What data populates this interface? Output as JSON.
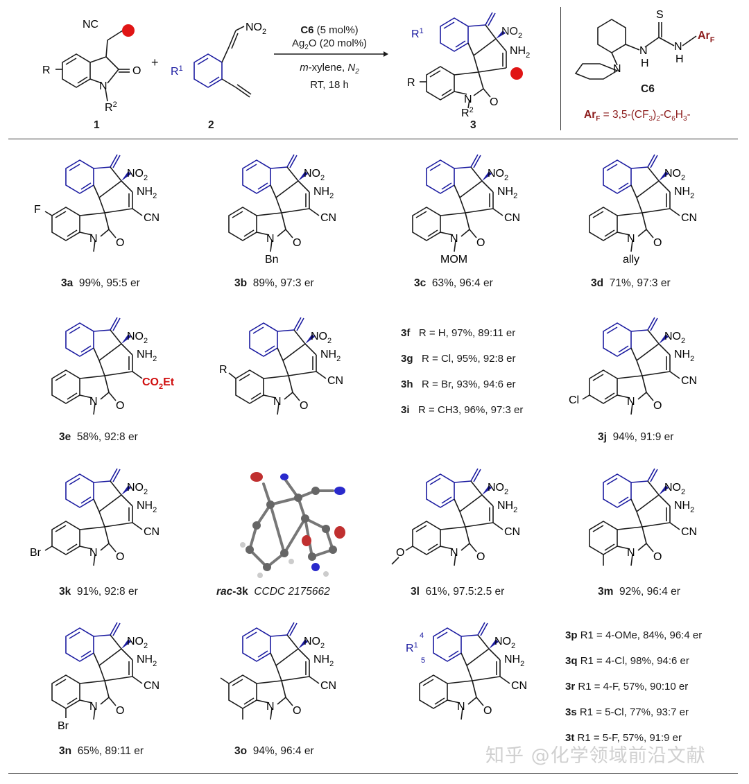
{
  "scheme": {
    "reactant1": {
      "id": "1",
      "sub_R": "R",
      "sub_R2": "R",
      "cn": "NC"
    },
    "reactant2": {
      "id": "2",
      "no2": "NO",
      "sub_R1": "R"
    },
    "plus": "+",
    "conditions": {
      "cat_name": "C6",
      "cat_load": "(5 mol%)",
      "additive": "Ag",
      "additive_load": "O (20 mol%)",
      "solvent_prefix": "m",
      "solvent": "-xylene, ",
      "atm": "N",
      "time": "RT, 18 h"
    },
    "product": {
      "id": "3"
    },
    "catalyst": {
      "name": "C6",
      "arf_label": "Ar",
      "arf_sub": "F",
      "arf_def": " = 3,5-(CF",
      "arf_def2": ")",
      "arf_def3": "-C",
      "arf_def4": "H",
      "arf_def5": "-"
    }
  },
  "compounds": [
    {
      "id": "3a",
      "yield": "99%, 95:5 er",
      "ring_sub": "F",
      "n_sub": ""
    },
    {
      "id": "3b",
      "yield": "89%, 97:3 er",
      "ring_sub": "",
      "n_sub": "Bn"
    },
    {
      "id": "3c",
      "yield": "63%, 96:4 er",
      "ring_sub": "",
      "n_sub": "MOM"
    },
    {
      "id": "3d",
      "yield": "71%, 97:3 er",
      "ring_sub": "",
      "n_sub": "ally"
    },
    {
      "id": "3e",
      "yield": "58%, 92:8 er",
      "ring_sub": "",
      "n_sub": "",
      "ewg": "CO"
    },
    {
      "id": "3j",
      "yield": "94%, 91:9 er",
      "ring_sub": "Cl",
      "n_sub": ""
    },
    {
      "id": "3k",
      "yield": "91%, 92:8 er",
      "ring_sub": "Br",
      "n_sub": ""
    },
    {
      "id": "3l",
      "yield": "61%, 97.5:2.5 er",
      "ring_sub": "O",
      "n_sub": ""
    },
    {
      "id": "3m",
      "yield": "92%, 96:4 er",
      "ring_sub": "",
      "n_sub": ""
    },
    {
      "id": "3n",
      "yield": "65%, 89:11 er",
      "ring_sub": "Br",
      "n_sub": ""
    },
    {
      "id": "3o",
      "yield": "94%, 96:4 er",
      "ring_sub": "",
      "n_sub": ""
    }
  ],
  "series_fi": {
    "generic_sub": "R",
    "rows": [
      {
        "id": "3f",
        "text": "R = H, 97%, 89:11 er"
      },
      {
        "id": "3g",
        "text": "R = Cl, 95%, 92:8 er"
      },
      {
        "id": "3h",
        "text": "R = Br, 93%, 94:6 er"
      },
      {
        "id": "3i",
        "text": "R = CH3, 96%, 97:3 er"
      }
    ]
  },
  "series_pt": {
    "rows": [
      {
        "id": "3p",
        "text": "R1 = 4-OMe, 84%, 96:4 er"
      },
      {
        "id": "3q",
        "text": "R1 = 4-Cl, 98%, 94:6 er"
      },
      {
        "id": "3r",
        "text": "R1 = 4-F, 57%, 90:10 er"
      },
      {
        "id": "3s",
        "text": "R1 = 5-Cl, 77%, 93:7 er"
      },
      {
        "id": "3t",
        "text": "R1 = 5-F, 57%, 91:9 er"
      }
    ],
    "pos4": "4",
    "pos5": "5"
  },
  "xray": {
    "label_rac": "rac",
    "label_id": "-3k",
    "ccdc": "CCDC 2175662"
  },
  "labels": {
    "no2": "NO",
    "nh2": "NH",
    "cn": "CN",
    "o": "O",
    "n": "N"
  },
  "watermark": "知乎 @化学领域前沿文献",
  "colors": {
    "blue": "#1a1aa0",
    "red": "#e01515",
    "dark_red": "#8b1a1a",
    "line": "#1a1a1a"
  }
}
